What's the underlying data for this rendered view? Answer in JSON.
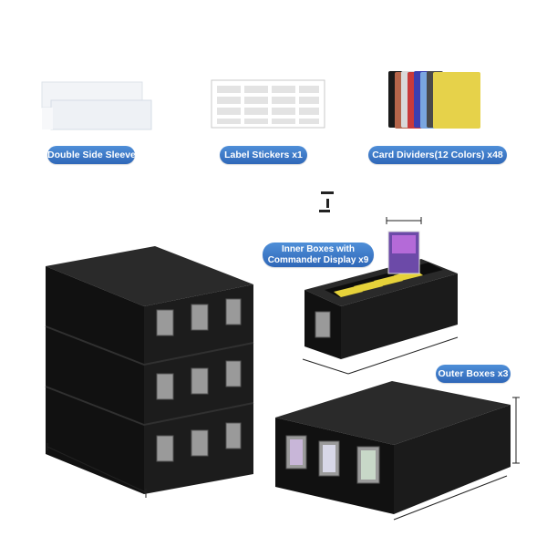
{
  "labels": {
    "sleeves": "Double Side Sleeves",
    "stickers": "Label Stickers x1",
    "dividers": "Card Dividers(12 Colors) x48",
    "inner_line1": "Inner Boxes with",
    "inner_line2": "Commander Display x9",
    "outer": "Outer Boxes x3"
  },
  "colors": {
    "pill": "#3c78c8",
    "box": "#161616",
    "window": "#8a8a8a"
  },
  "divider_colors": [
    "#1a1a1a",
    "#b5654a",
    "#d9d9d9",
    "#c83a3a",
    "#3a3fb0",
    "#7aa6e0",
    "#4a4a4a",
    "#e6d24a"
  ]
}
